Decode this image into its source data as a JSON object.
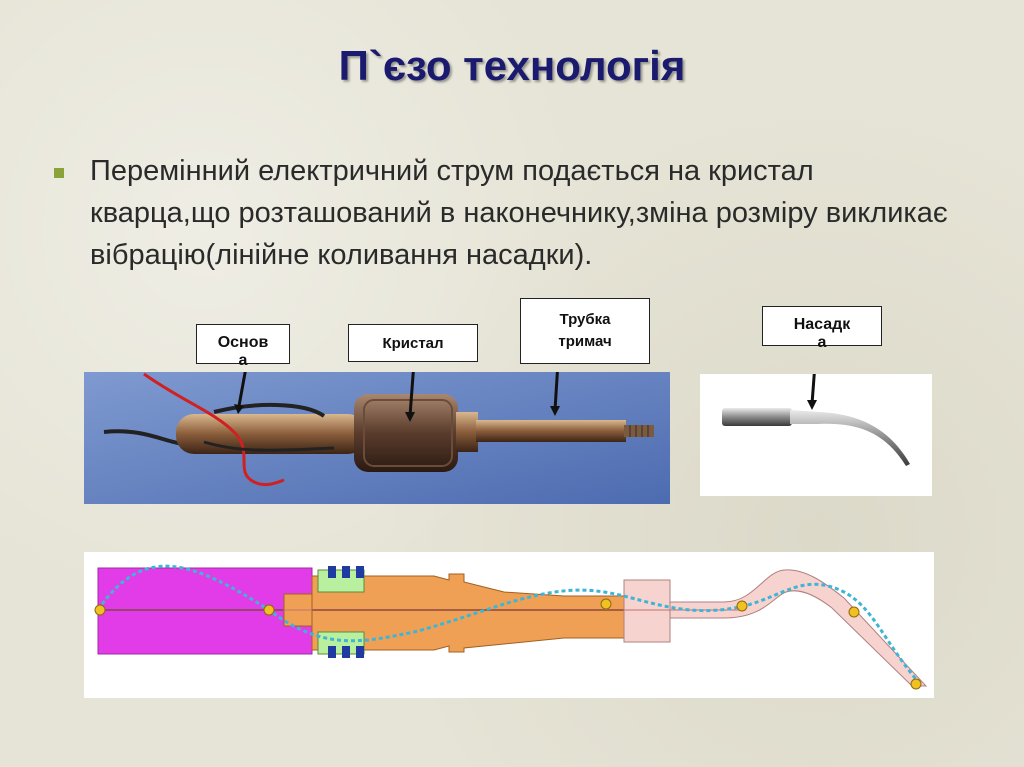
{
  "slide": {
    "title": "П`єзо технологія",
    "bullet_text": "Перемінний електричний струм подається на кристал кварца,що розташований в наконечнику,зміна розміру викликає вібрацію(лінійне коливання насадки)."
  },
  "labels": {
    "osnova_line1": "Основ",
    "osnova_line2": "а",
    "kristal": "Кристал",
    "trubka_line1": "Трубка",
    "trubka_line2": "тримач",
    "nasadka_line1": "Насадк",
    "nasadka_line2": "а"
  },
  "colors": {
    "title": "#1a1a6e",
    "bullet": "#8aa23a",
    "diagram_base": "#e23be8",
    "diagram_body": "#f0a055",
    "diagram_tip": "#f7d3cf",
    "diagram_crystal": "#b9f09f",
    "wave": "#3fb5d6"
  }
}
